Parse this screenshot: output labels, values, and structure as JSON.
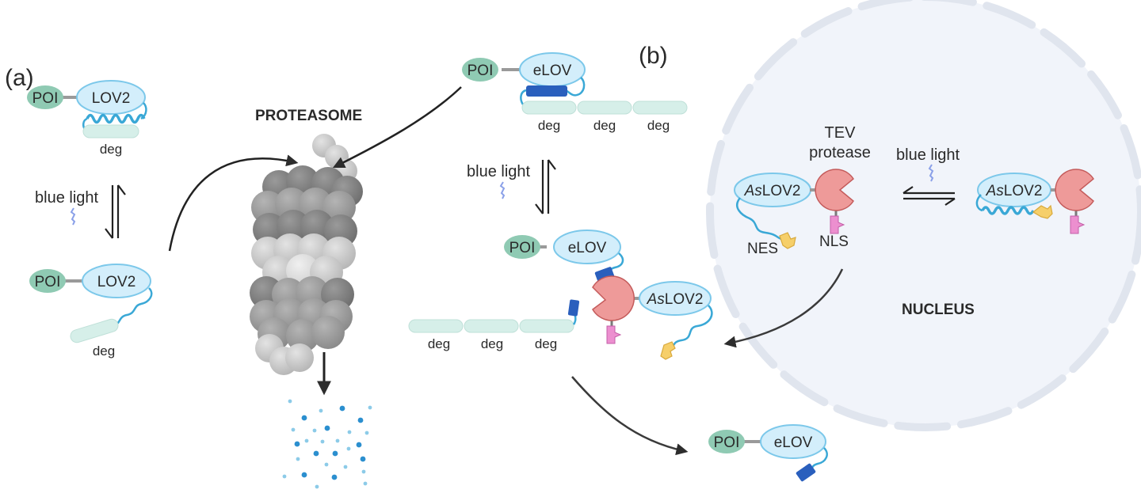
{
  "figure": {
    "panels": {
      "a": "(a)",
      "b": "(b)"
    },
    "labels": {
      "poi": "POI",
      "lov2": "LOV2",
      "elov": "eLOV",
      "aslov2_italic": "As",
      "aslov2_rest": "LOV2",
      "deg": "deg",
      "blue_light": "blue light",
      "proteasome": "PROTEASOME",
      "nucleus": "NUCLEUS",
      "tev_line1": "TEV",
      "tev_line2": "protease",
      "nes": "NES",
      "nls": "NLS"
    },
    "colors": {
      "poi_fill": "#8fcab3",
      "lov_fill": "#d3eefb",
      "lov_stroke": "#7cc8ea",
      "deg_fill": "#d6efe9",
      "helix": "#3aa8d6",
      "blocker": "#2a5fbd",
      "tev": "#ee9a99",
      "tev_stroke": "#c45b5b",
      "nls": "#ec8fcf",
      "nes": "#f6cf6a",
      "nucleus_fill": "#f1f4fa",
      "nucleus_membrane": "#e2e7f0",
      "light": "#8aa0e8",
      "arrow": "#333333",
      "dot_dark": "#2b8fcf",
      "dot_light": "#8ccbe8"
    }
  }
}
